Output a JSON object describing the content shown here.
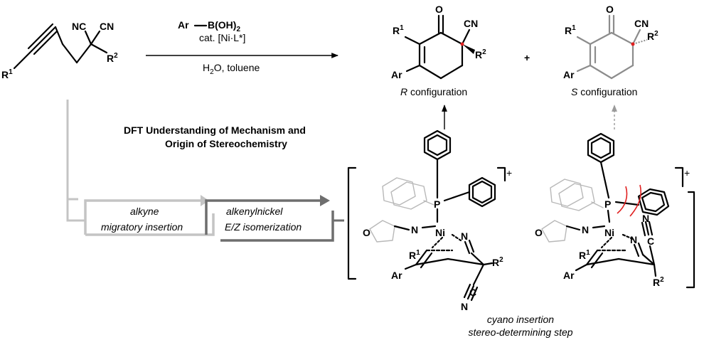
{
  "colors": {
    "r1_blue": "#1f8fe0",
    "r2_orange": "#f08a14",
    "ar_teal": "#12847e",
    "highlight_red": "#e02020",
    "s_gray": "#8c8c8c",
    "box_light": "#c4c4c4",
    "box_dark": "#6e6e6e"
  },
  "reactant": {
    "nc": "NC",
    "cn": "CN",
    "r1": "R",
    "r1_sup": "1",
    "r2": "R",
    "r2_sup": "2"
  },
  "conditions": {
    "ar": "Ar",
    "boron": "B(OH)",
    "boron_sub": "2",
    "catalyst": "cat. [Ni·L*]",
    "solvent_h": "H",
    "solvent_sub": "2",
    "solvent_rest": "O, toluene"
  },
  "product_r": {
    "o": "O",
    "cn": "CN",
    "r1": "R",
    "r1_sup": "1",
    "r2": "R",
    "r2_sup": "2",
    "ar": "Ar",
    "config_letter": "R",
    "config_word": "configuration"
  },
  "plus": "+",
  "product_s": {
    "o": "O",
    "cn": "CN",
    "r1": "R",
    "r1_sup": "1",
    "r2": "R",
    "r2_sup": "2",
    "ar": "Ar",
    "config_letter": "S",
    "config_word": "configuration"
  },
  "dft_heading": {
    "line1": "DFT Understanding of Mechanism and",
    "line2": "Origin of Stereochemistry"
  },
  "step_boxes": {
    "box1_line1": "alkyne",
    "box1_line2": "migratory insertion",
    "box2_line1": "alkenylnickel",
    "box2_line2": "E/Z isomerization"
  },
  "ts_left": {
    "charge": "+",
    "p": "P",
    "o": "O",
    "n_amine": "N",
    "ni": "Ni",
    "n_nitrile": "N",
    "r1": "R",
    "r1_sup": "1",
    "r2": "R",
    "r2_sup": "2",
    "ar": "Ar",
    "c": "C",
    "n_cn": "N"
  },
  "ts_right": {
    "charge": "+",
    "p": "P",
    "o": "O",
    "n_amine": "N",
    "ni": "Ni",
    "n_nitrile": "N",
    "r1": "R",
    "r1_sup": "1",
    "r2": "R",
    "r2_sup": "2",
    "ar": "Ar",
    "c": "C",
    "n_cn": "N"
  },
  "caption": {
    "line1": "cyano insertion",
    "line2": "stereo-determining step"
  }
}
